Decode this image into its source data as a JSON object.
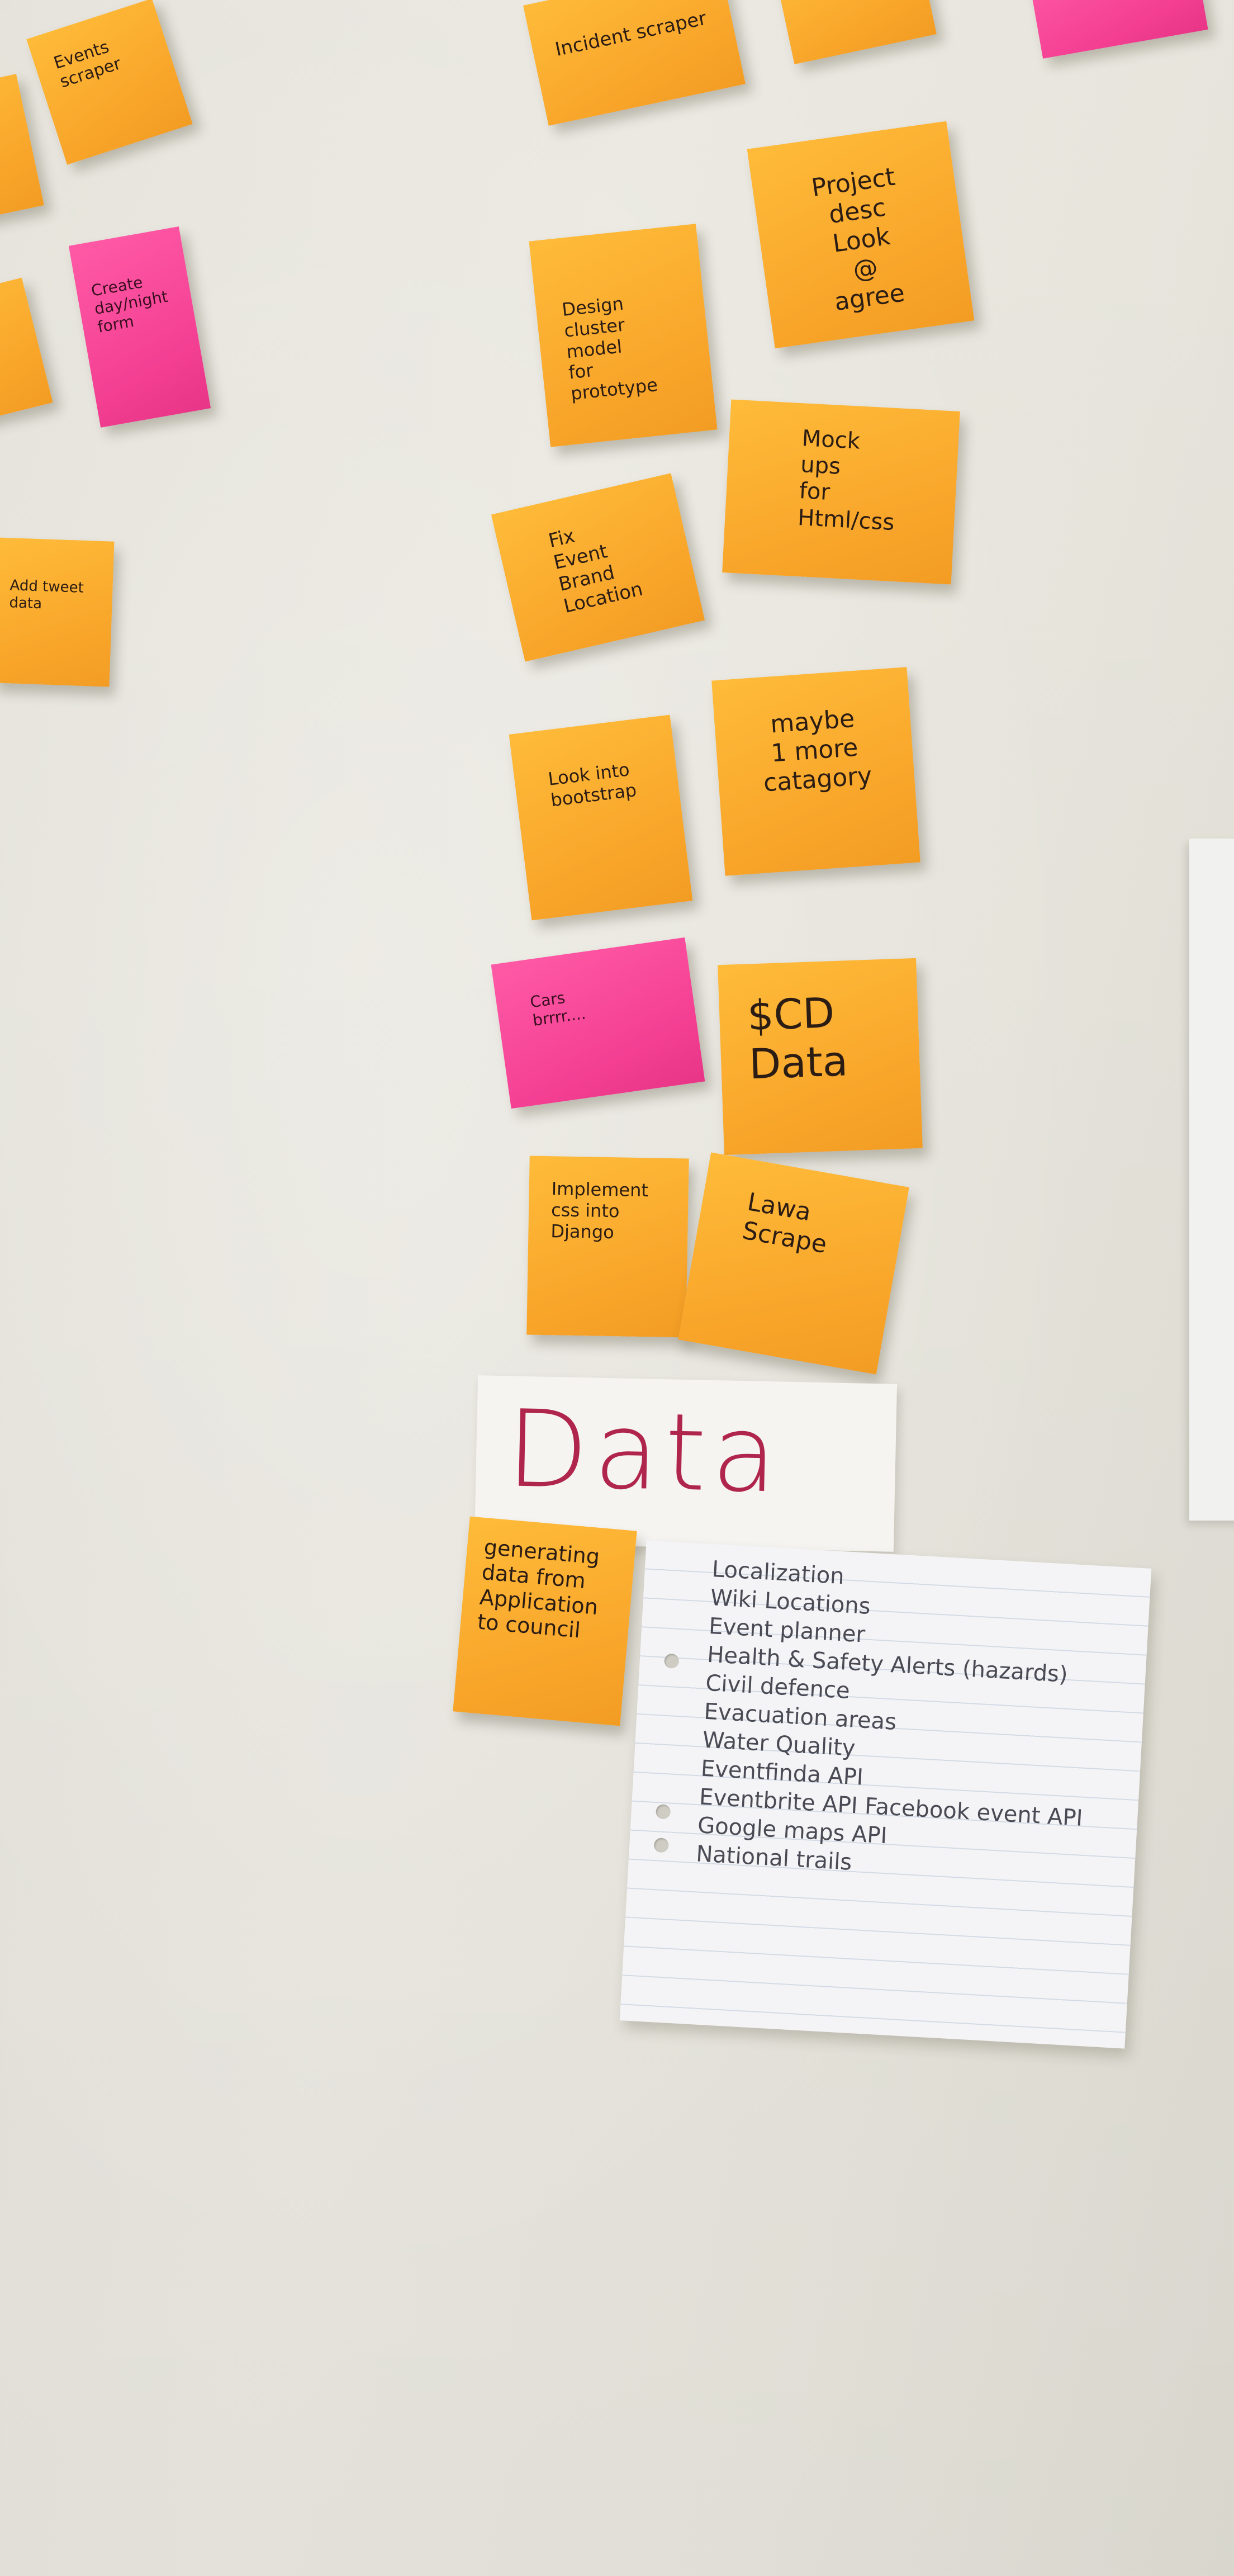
{
  "notes": {
    "events": "Events\nscraper",
    "incident": "Incident scraper",
    "project_desc": "Project\ndesc\nLook @ agree",
    "design": "Design\ncluster model\nfor prototype",
    "create_form": "Create\nday/night\nform",
    "mock_ups": "Mock ups\nfor\nHtml/css",
    "fix_event": "Fix Event\nBrand\nLocation",
    "add_tweet": "Add tweet\ndata",
    "look_bootstrap": "Look into\nbootstrap",
    "maybe_category": "maybe\n1 more\ncatagory",
    "cars": "Cars\nbrrrr....",
    "cd_data": "$CD\nData",
    "implement_css": "Implement\ncss into\nDjango",
    "lawa_scrape": "Lawa\nScrape",
    "generating_data": "generating\ndata from\nApplication\nto council"
  },
  "banner": {
    "title": "Data"
  },
  "paper_list": [
    "Localization",
    "Wiki Locations",
    "Event planner",
    "Health & Safety Alerts (hazards)",
    "Civil defence",
    "Evacuation areas",
    "Water Quality",
    "Eventfinda API",
    "Eventbrite API   Facebook event API",
    "Google maps API",
    "National trails"
  ],
  "colors": {
    "sticky_orange": "#f8a52a",
    "sticky_pink": "#f43f93",
    "banner_ink": "#b0254c",
    "wall": "#eceae1"
  }
}
